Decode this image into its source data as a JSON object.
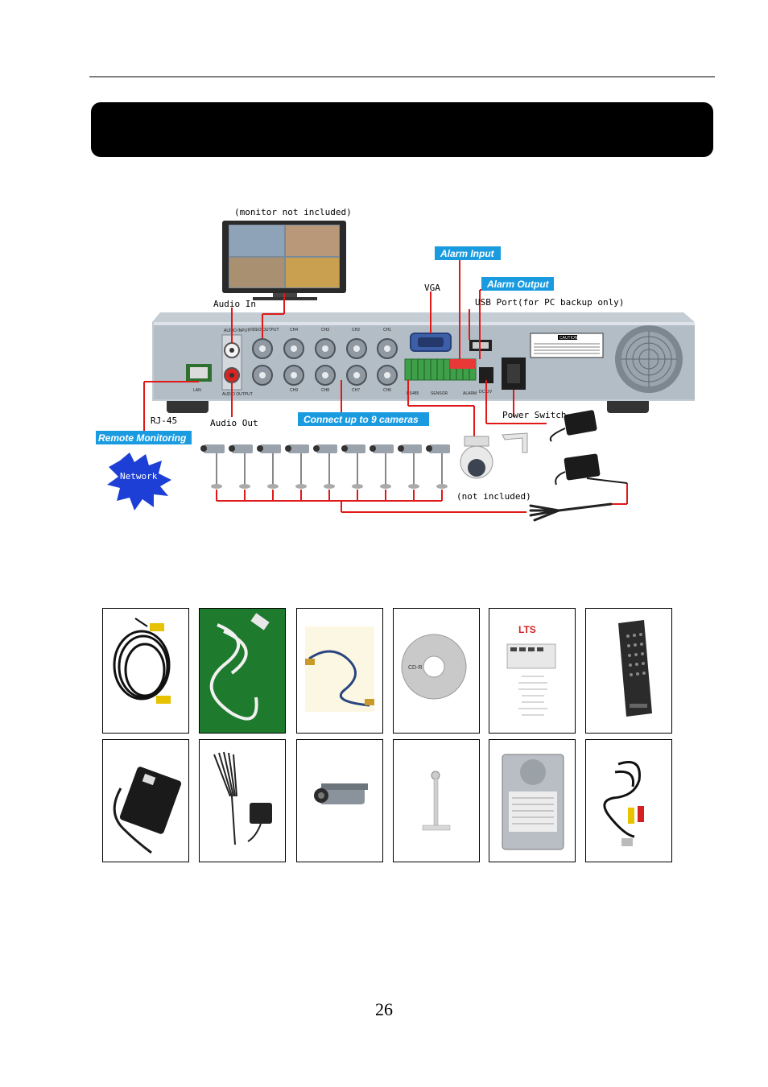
{
  "page": {
    "number": "26"
  },
  "diagram": {
    "monitor_note": "(monitor not included)",
    "audio_in": "Audio In",
    "audio_out": "Audio Out",
    "vga": "VGA",
    "usb_port": "USB Port(for PC backup only)",
    "alarm_input": "Alarm Input",
    "alarm_output": "Alarm Output",
    "power_switch": "Power Switch",
    "rj45": "RJ-45",
    "remote_monitoring": "Remote Monitoring",
    "network": "Network",
    "connect_cameras": "Connect up to 9 cameras",
    "not_included": "(not included)",
    "panel": {
      "audio_input": "AUDIO INPUT",
      "audio_output": "AUDIO OUTPUT",
      "video_output": "VIDEO OUTPUT",
      "lan": "LAN",
      "ch4": "CH4",
      "ch3": "CH3",
      "ch2": "CH2",
      "ch1": "CH1",
      "ch9": "CH9",
      "ch8": "CH8",
      "ch7": "CH7",
      "ch6": "CH6",
      "sensor": "SENSOR",
      "alarm": "ALARM",
      "rs485": "RS485",
      "dc12v": "DC12V",
      "caution": "CAUTION"
    },
    "colors": {
      "accent_blue": "#1a9be0",
      "wire_red": "#e01818",
      "chassis": "#b9c3cc"
    }
  },
  "accessories": {
    "manual": {
      "brand": "LTS"
    },
    "cd": {
      "label": "CD-R"
    }
  }
}
